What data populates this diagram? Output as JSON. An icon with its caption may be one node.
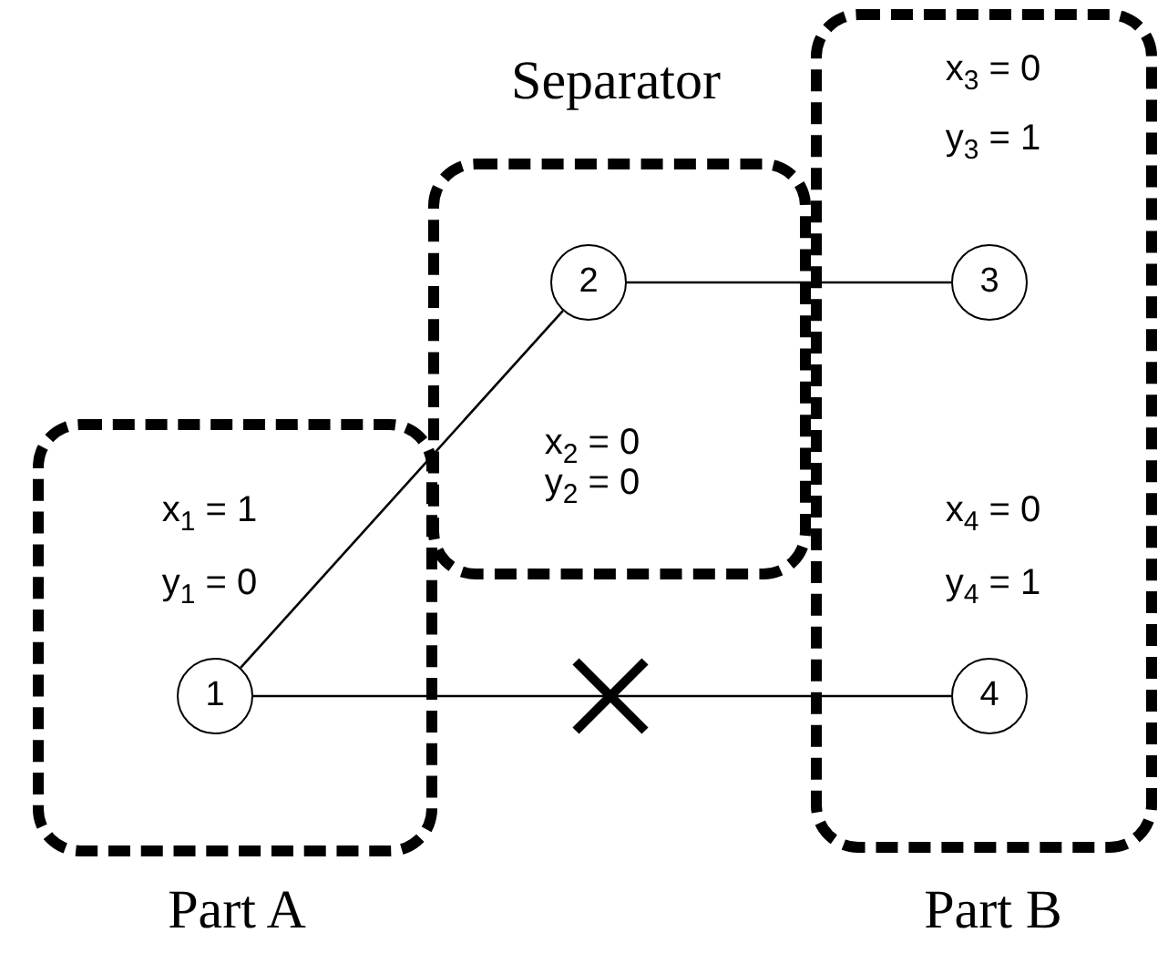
{
  "diagram": {
    "nodes": [
      {
        "text": [
          "Part A"
        ]
      },
      {
        "text": [
          "1"
        ],
        "in": 0,
        "beside": [
          "x$_{1}$ = 1",
          "y$_{1}$ = 0"
        ]
      },
      {
        "text": [
          "Separator"
        ]
      },
      {
        "text": [
          "2"
        ],
        "in": 2,
        "beside": [
          "x$_{2}$ = 0",
          "y$_{2}$ = 0"
        ]
      },
      {
        "text": [
          "Part B"
        ]
      },
      {
        "text": [
          "3"
        ],
        "in": 4,
        "beside": [
          "x$_{3}$ = 0",
          "y$_{3}$ = 1"
        ]
      },
      {
        "text": [
          "4"
        ],
        "in": 4,
        "beside": [
          "x$_{4}$ = 0",
          "y$_{4}$ = 1"
        ]
      }
    ],
    "edges": [
      {
        "from": 1,
        "to": 3,
        "arrow": "none"
      },
      {
        "from": 3,
        "to": 5,
        "arrow": "none"
      },
      {
        "from": 1,
        "to": 6,
        "arrow": "none"
      }
    ]
  }
}
